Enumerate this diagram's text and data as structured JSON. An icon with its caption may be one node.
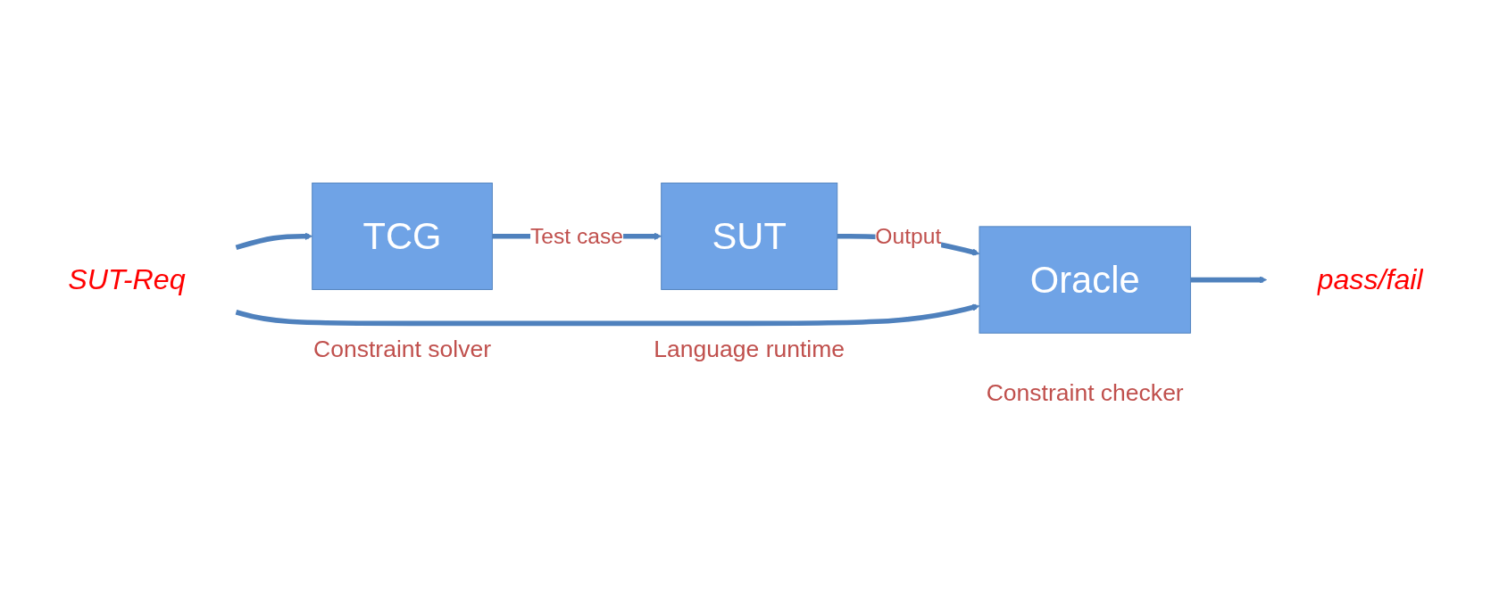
{
  "diagram": {
    "nodes": [
      {
        "text": [
          "TCG"
        ],
        "beside": [
          "Constraint solver"
        ]
      },
      {
        "text": [
          "SUT"
        ],
        "beside": [
          "Language runtime"
        ]
      },
      {
        "text": [
          "Oracle"
        ],
        "beside": [
          "Constraint checker"
        ]
      },
      {
        "text": [
          "SUT-Req"
        ]
      },
      {
        "text": [
          "pass/fail"
        ]
      }
    ],
    "edges": [
      {
        "from": 0,
        "to": 1,
        "arrow": "to",
        "label": "Test case"
      },
      {
        "from": 1,
        "to": 2,
        "arrow": "to",
        "label": "Output"
      },
      {
        "from": 3,
        "to": 0,
        "arrow": "to"
      },
      {
        "from": 3,
        "to": 2,
        "arrow": "to"
      },
      {
        "from": 2,
        "to": 4,
        "arrow": "to"
      }
    ]
  }
}
